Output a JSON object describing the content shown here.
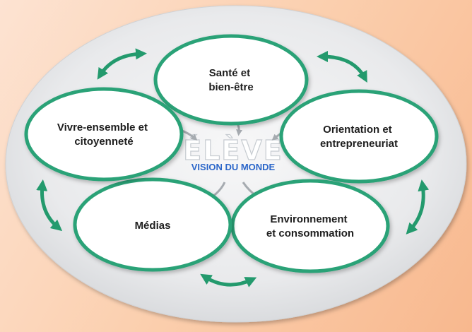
{
  "center": {
    "word": "ÉLÈVE",
    "subtitle": "VISION DU MONDE"
  },
  "nodes": [
    {
      "id": "sante",
      "lines": [
        "Santé et",
        "bien-être"
      ]
    },
    {
      "id": "orientation",
      "lines": [
        "Orientation et",
        "entrepreneuriat"
      ]
    },
    {
      "id": "environnement",
      "lines": [
        "Environnement",
        "et consommation"
      ]
    },
    {
      "id": "medias",
      "lines": [
        "Médias"
      ]
    },
    {
      "id": "vivre",
      "lines": [
        "Vivre-ensemble et",
        "citoyenneté"
      ]
    }
  ],
  "colors": {
    "ring": "#2aa277",
    "arrow": "#239a6d",
    "inner_arrow": "#a6abb0",
    "plate": "#e8e9eb",
    "subtitle": "#2b66c9"
  }
}
